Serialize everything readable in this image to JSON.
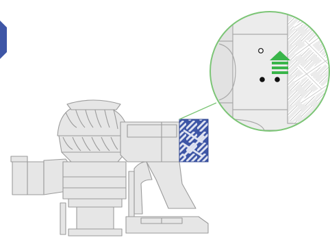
{
  "diagram": {
    "subject": "handheld vacuum",
    "callout": {
      "indicator_lights": {
        "total": 3,
        "lit": 2,
        "unlit": 1
      },
      "arrow_direction": "up"
    },
    "filter_pattern": "woven"
  },
  "colors": {
    "background": "#ffffff",
    "body_fill": "#e6e6e6",
    "body_outline": "#9a9a9a",
    "filter_blue": "#3e56a6",
    "filter_weave": "#dfe3f1",
    "callout_ring": "#7cc576",
    "arrow_green": "#39b54a",
    "nav_chevron": "#3e56a6",
    "light_lit": "#111111",
    "light_unlit": "#ffffff"
  }
}
